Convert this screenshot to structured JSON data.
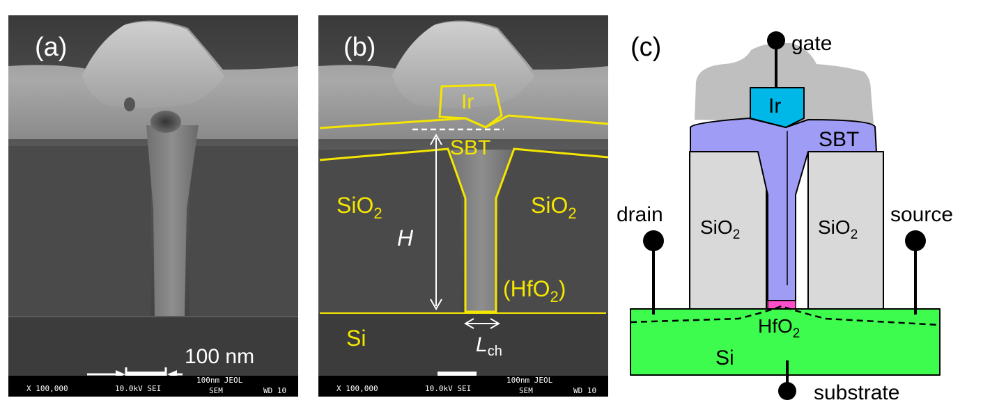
{
  "panel_a": {
    "label": "(a)",
    "scalebar_label": "100 nm",
    "footer": {
      "mag": "X 100,000",
      "kv": "10.0kV SEI",
      "scale": "100nm JEOL",
      "sem": "SEM",
      "wd": "WD 10"
    }
  },
  "panel_b": {
    "label": "(b)",
    "ir": "Ir",
    "sbt": "SBT",
    "sio2_left_base": "SiO",
    "sio2_left_sub": "2",
    "sio2_right_base": "SiO",
    "sio2_right_sub": "2",
    "h": "H",
    "hfo2_open": "(HfO",
    "hfo2_sub": "2",
    "hfo2_close": ")",
    "si": "Si",
    "lch_base": "L",
    "lch_sub": "ch",
    "footer": {
      "mag": "X 100,000",
      "kv": "10.0kV SEI",
      "scale": "100nm JEOL",
      "sem": "SEM",
      "wd": "WD 10"
    }
  },
  "panel_c": {
    "label": "(c)",
    "gate": "gate",
    "ir": "Ir",
    "sbt": "SBT",
    "drain": "drain",
    "source": "source",
    "sio2_left_base": "SiO",
    "sio2_left_sub": "2",
    "sio2_right_base": "SiO",
    "sio2_right_sub": "2",
    "hfo2_base": "HfO",
    "hfo2_sub": "2",
    "si": "Si",
    "substrate": "substrate"
  },
  "colors": {
    "sem_yellow": "#f5e600",
    "ir_fill": "#00b8e8",
    "sbt_fill": "#9f9cf5",
    "sio2_fill": "#d9d9d9",
    "gate_fill": "#bfbfbf",
    "si_fill": "#3dfc4d",
    "hfo2_fill": "#ff4fc8"
  }
}
